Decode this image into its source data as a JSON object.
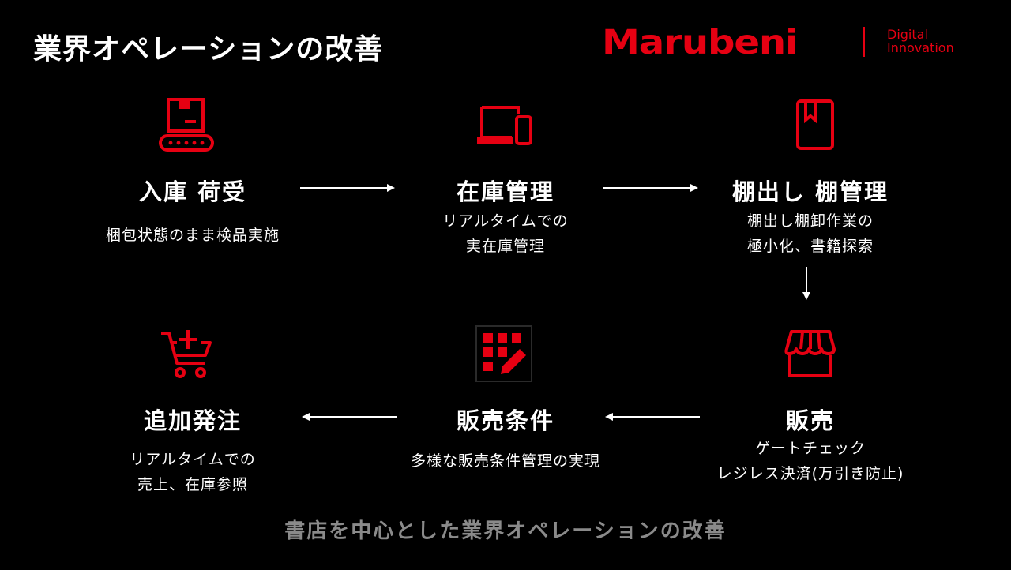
{
  "header": {
    "title": "業界オペレーションの改善",
    "logo": {
      "brand": "Marubeni",
      "sub_line1": "Digital",
      "sub_line2": "Innovation"
    }
  },
  "steps": [
    {
      "icon": "conveyor-box-icon",
      "title": "入庫 荷受",
      "desc": [
        "梱包状態のまま検品実施"
      ]
    },
    {
      "icon": "laptop-phone-icon",
      "title": "在庫管理",
      "desc": [
        "リアルタイムでの",
        "実在庫管理"
      ]
    },
    {
      "icon": "bookmark-book-icon",
      "title": "棚出し 棚管理",
      "desc": [
        "棚出し棚卸作業の",
        "極小化、書籍探索"
      ]
    },
    {
      "icon": "storefront-icon",
      "title": "販売",
      "desc": [
        "ゲートチェック",
        "レジレス決済(万引き防止)"
      ]
    },
    {
      "icon": "grid-edit-icon",
      "title": "販売条件",
      "desc": [
        "多様な販売条件管理の実現"
      ]
    },
    {
      "icon": "cart-add-icon",
      "title": "追加発注",
      "desc": [
        "リアルタイムでの",
        "売上、在庫参照"
      ]
    }
  ],
  "footer": "書店を中心とした業界オペレーションの改善",
  "colors": {
    "background": "#000000",
    "accent": "#e60012",
    "text": "#ffffff",
    "footer_text": "#8a8a8a"
  }
}
